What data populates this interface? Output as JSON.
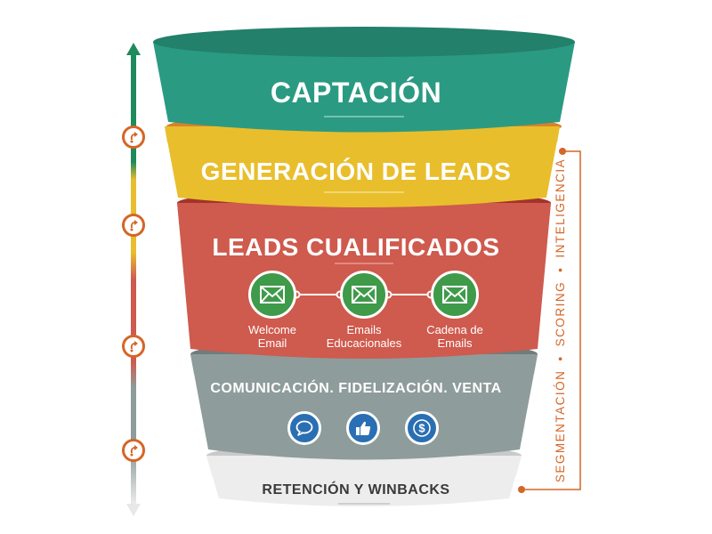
{
  "stages": {
    "captacion": "CAPTACIÓN",
    "generacion": "GENERACIÓN DE LEADS",
    "cualificados": "LEADS CUALIFICADOS",
    "comunicacion": "COMUNICACIÓN. FIDELIZACIÓN. VENTA",
    "retencion": "RETENCIÓN Y WINBACKS"
  },
  "email_steps": [
    {
      "line1": "Welcome",
      "line2": "Email",
      "icon": "envelope-icon"
    },
    {
      "line1": "Emails",
      "line2": "Educacionales",
      "icon": "envelope-icon"
    },
    {
      "line1": "Cadena de",
      "line2": "Emails",
      "icon": "envelope-icon"
    }
  ],
  "comm_icons": [
    "chat-bubble-icon",
    "thumbs-up-icon",
    "dollar-icon"
  ],
  "side_labels": [
    "SEGMENTACIÓN",
    "SCORING",
    "INTELIGENCIA"
  ],
  "colors": {
    "captacion": "#2b9a82",
    "generacion": "#e9be2c",
    "cualificados": "#cf5a4e",
    "comunicacion": "#8e9c9b",
    "retencion": "#ededed",
    "accent": "#d46627",
    "email_green": "#3f9a4a",
    "icon_blue": "#2a6fb3"
  }
}
